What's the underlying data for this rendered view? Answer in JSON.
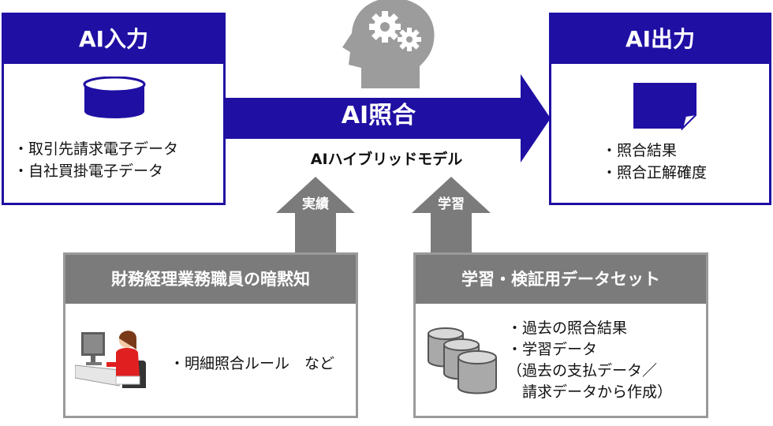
{
  "input": {
    "title": "AI入力",
    "items": [
      "・取引先請求電子データ",
      "・自社買掛電子データ"
    ]
  },
  "output": {
    "title": "AI出力",
    "items": [
      "・照合結果",
      "・照合正解確度"
    ]
  },
  "center": {
    "arrow_label": "AI照合",
    "model_label": "AIハイブリッドモデル"
  },
  "feed_left": {
    "arrow_label": "実績",
    "title": "財務経理業務職員の暗黙知",
    "items": [
      "・明細照合ルール　など"
    ]
  },
  "feed_right": {
    "arrow_label": "学習",
    "title": "学習・検証用データセット",
    "items": [
      "・過去の照合結果",
      "・学習データ",
      "（過去の支払データ／",
      "　請求データから作成）"
    ]
  },
  "colors": {
    "blue": "#1f0fa3",
    "gray": "#7b7b7b",
    "head_gray": "#9a9a9a"
  },
  "icons": [
    "head-gears-icon",
    "database-icon",
    "document-icon",
    "office-worker-icon",
    "database-stack-icon"
  ]
}
